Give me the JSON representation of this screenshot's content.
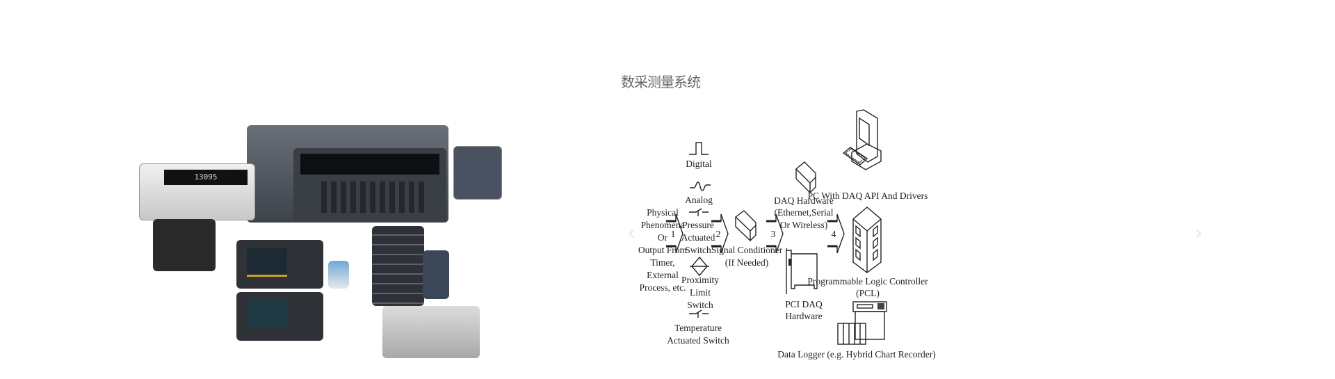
{
  "section_title": "数采测量系统",
  "carousel": {
    "prev_icon": "chevron-left-icon",
    "next_icon": "chevron-right-icon",
    "prev_glyph": "‹",
    "next_glyph": "›"
  },
  "photo": {
    "display_reading": "13095"
  },
  "diagram": {
    "source": [
      "Physical",
      "Phenomena",
      "Or",
      "Output From",
      "Timer,",
      "External",
      "Process, etc."
    ],
    "steps": [
      "1",
      "2",
      "3",
      "4"
    ],
    "sensors": {
      "digital": "Digital",
      "analog": "Analog",
      "pressure": [
        "Pressure",
        "Actuated",
        "Switch"
      ],
      "proximity": [
        "Proximity",
        "Limit",
        "Switch"
      ],
      "temperature": [
        "Temperature",
        "Actuated Switch"
      ]
    },
    "conditioner": [
      "Signal Conditioner",
      "(If Needed)"
    ],
    "daq_hardware": [
      "DAQ Hardware",
      "(Ethernet,Serial",
      "Or Wireless)"
    ],
    "pci_daq": [
      "PCI DAQ",
      "Hardware"
    ],
    "pc": "PC With DAQ API And Drivers",
    "plc": [
      "Programmable Logic Controller",
      "(PCL)"
    ],
    "logger": "Data Logger (e.g. Hybrid Chart Recorder)"
  }
}
